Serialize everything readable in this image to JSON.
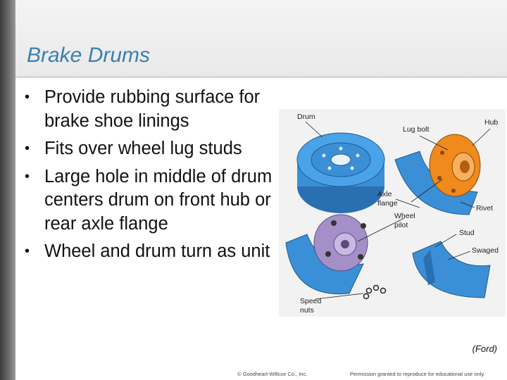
{
  "slide": {
    "title": "Brake Drums",
    "bullets": [
      "Provide rubbing surface for brake shoe linings",
      "Fits over wheel lug studs",
      "Large hole in middle of drum centers drum on front hub or rear axle flange",
      "Wheel and drum turn as unit"
    ],
    "image_credit": "(Ford)"
  },
  "figure": {
    "labels": {
      "drum": "Drum",
      "lug_bolt": "Lug bolt",
      "hub": "Hub",
      "axle_flange_1": "Axle",
      "axle_flange_2": "flange",
      "rivet": "Rivet",
      "wheel_pilot_1": "Wheel",
      "wheel_pilot_2": "pilot",
      "stud": "Stud",
      "swaged": "Swaged",
      "speed_nuts_1": "Speed",
      "speed_nuts_2": "nuts"
    },
    "colors": {
      "drum_blue": "#3b8fd6",
      "hub_orange": "#f08a1c",
      "flange_purple": "#a58fc8"
    }
  },
  "footer": {
    "copyright": "© Goodheart-Willcox Co., Inc.",
    "permission": "Permission granted to reproduce for educational use only."
  }
}
